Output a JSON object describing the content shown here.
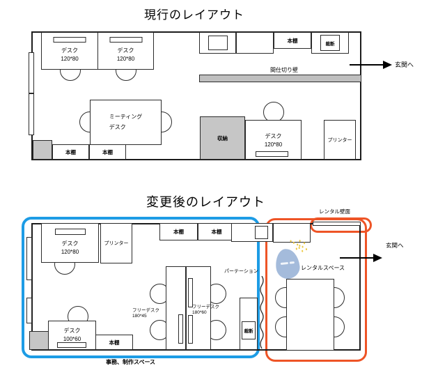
{
  "current_layout": {
    "title": "現行のレイアウト",
    "desk1": {
      "name": "デスク",
      "size": "120*80"
    },
    "desk2": {
      "name": "デスク",
      "size": "120*80"
    },
    "desk3": {
      "name": "デスク",
      "size": "120*80"
    },
    "meeting_desk": {
      "line1": "ミーティング",
      "line2": "デスク"
    },
    "bookshelf_top": "本棚",
    "bookshelf_bottom1": "本棚",
    "bookshelf_bottom2": "本棚",
    "cutter": "裁断",
    "partition_wall": "間仕切り壁",
    "storage": "収納",
    "printer": "プリンター",
    "to_entrance": "玄関へ"
  },
  "changed_layout": {
    "title": "変更後のレイアウト",
    "desk1": {
      "name": "デスク",
      "size": "120*80"
    },
    "desk2": {
      "name": "デスク",
      "size": "100*60"
    },
    "free_desk1": {
      "name": "フリーデスク",
      "size": "180*45"
    },
    "free_desk2": {
      "name": "フリーデスク",
      "size": "180*60"
    },
    "printer": "プリンター",
    "bookshelf_top1": "本棚",
    "bookshelf_top2": "本棚",
    "bookshelf_bottom": "本棚",
    "cutter": "裁断",
    "partition": "パーテーション",
    "rental_wall": "レンタル壁面",
    "rental_space": "レンタルスペース",
    "office_space": "事務、制作スペース",
    "to_entrance": "玄関へ"
  },
  "colors": {
    "office_zone_outline": "#1d9ce5",
    "rental_zone_outline": "#ee5426",
    "wall_fill_gray": "#c6c6c6",
    "logo_blue": "#a4bbdb",
    "logo_dots_yellow": "#edc93f"
  }
}
